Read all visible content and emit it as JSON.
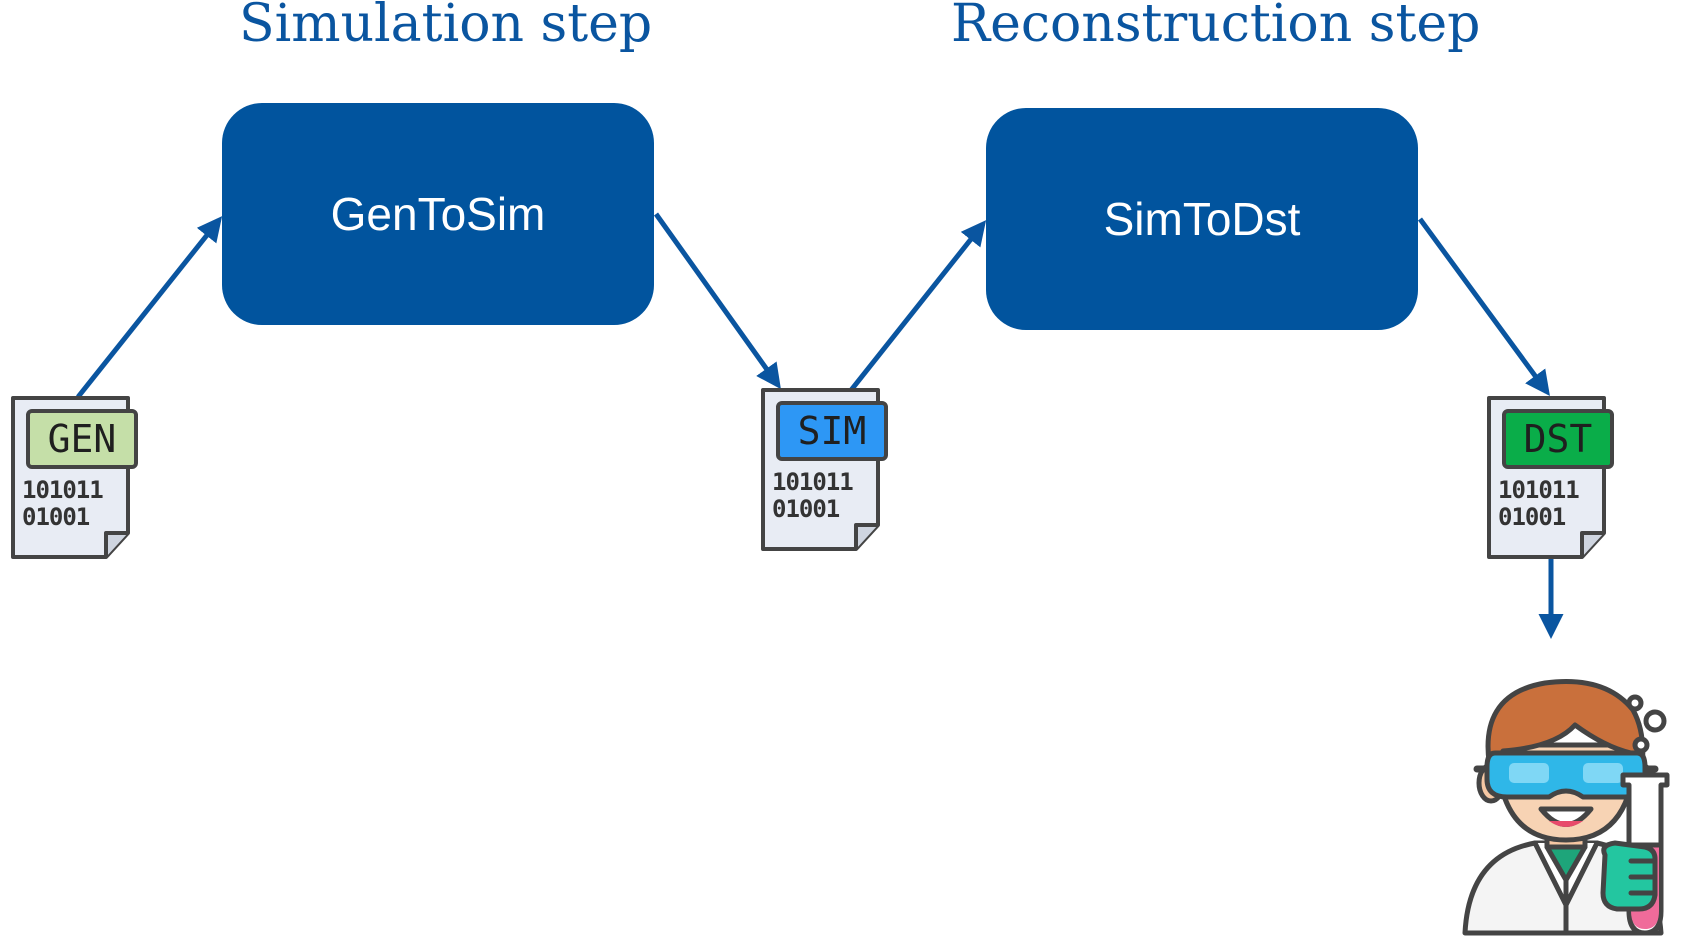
{
  "titles": {
    "simulation": "Simulation step",
    "reconstruction": "Reconstruction step"
  },
  "stages": {
    "gen_to_sim": "GenToSim",
    "sim_to_dst": "SimToDst"
  },
  "files": {
    "gen": {
      "tag": "GEN",
      "bits_line1": "101011",
      "bits_line2": "01001",
      "color": "#c5dfa8"
    },
    "sim": {
      "tag": "SIM",
      "bits_line1": "101011",
      "bits_line2": "01001",
      "color": "#2d97f5"
    },
    "dst": {
      "tag": "DST",
      "bits_line1": "101011",
      "bits_line2": "01001",
      "color": "#0aad49"
    }
  },
  "colors": {
    "title": "#0a55a0",
    "box": "#01549e",
    "arrow": "#0a55a0",
    "file_body": "#e8ecf4",
    "file_outline": "#444444"
  },
  "icons": {
    "file": "binary-file-icon",
    "user": "scientist-icon"
  }
}
